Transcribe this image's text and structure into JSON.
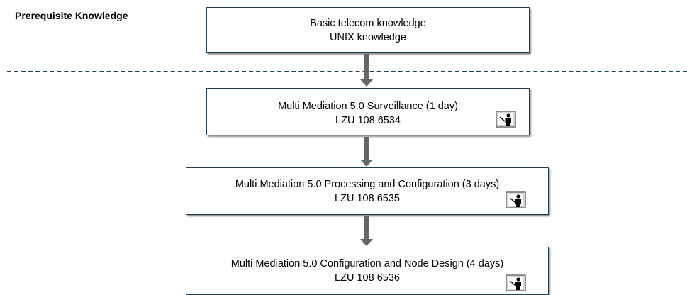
{
  "prereq": {
    "label": "Prerequisite Knowledge",
    "lines": [
      "Basic telecom knowledge",
      "UNIX knowledge"
    ]
  },
  "courses": [
    {
      "title": "Multi Mediation 5.0 Surveillance (1 day)",
      "code": "LZU 108 6534",
      "icon": "instructor-led-icon"
    },
    {
      "title": "Multi Mediation 5.0 Processing and Configuration (3 days)",
      "code": "LZU 108 6535",
      "icon": "instructor-led-icon"
    },
    {
      "title": "Multi Mediation 5.0 Configuration and Node Design (4 days)",
      "code": "LZU 108 6536",
      "icon": "instructor-led-icon"
    }
  ],
  "colors": {
    "box_border": "#1f3f55",
    "arrow": "#666666",
    "divider": "#1f3f55"
  }
}
